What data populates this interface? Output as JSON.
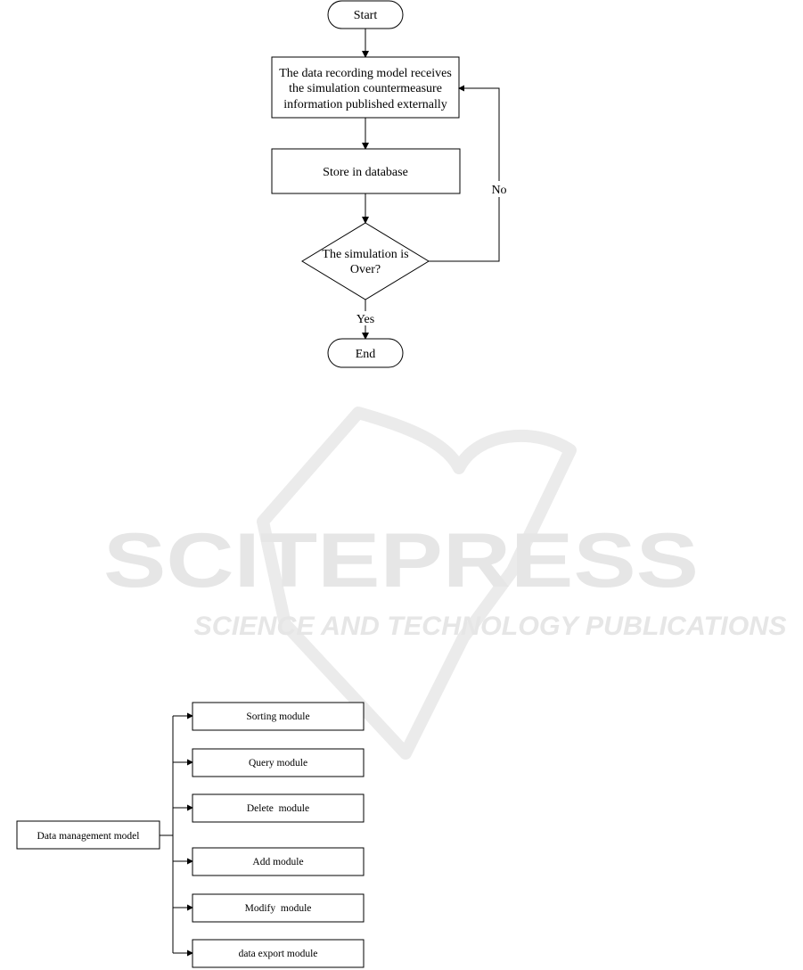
{
  "watermark": {
    "title": "SCITEPRESS",
    "subtitle": "SCIENCE AND TECHNOLOGY PUBLICATIONS",
    "color": "#e6e6e6"
  },
  "flowchart": {
    "start": "Start",
    "process1": {
      "line1": "The data recording model receives",
      "line2": "the simulation countermeasure",
      "line3": "information published externally"
    },
    "process2": "Store in database",
    "decision": {
      "line1": "The simulation is",
      "line2": "Over?"
    },
    "no_label": "No",
    "yes_label": "Yes",
    "end": "End"
  },
  "management": {
    "root": "Data management model",
    "modules": [
      "Sorting module",
      "Query module",
      "Delete  module",
      "Add module",
      "Modify  module",
      "data export module"
    ]
  }
}
